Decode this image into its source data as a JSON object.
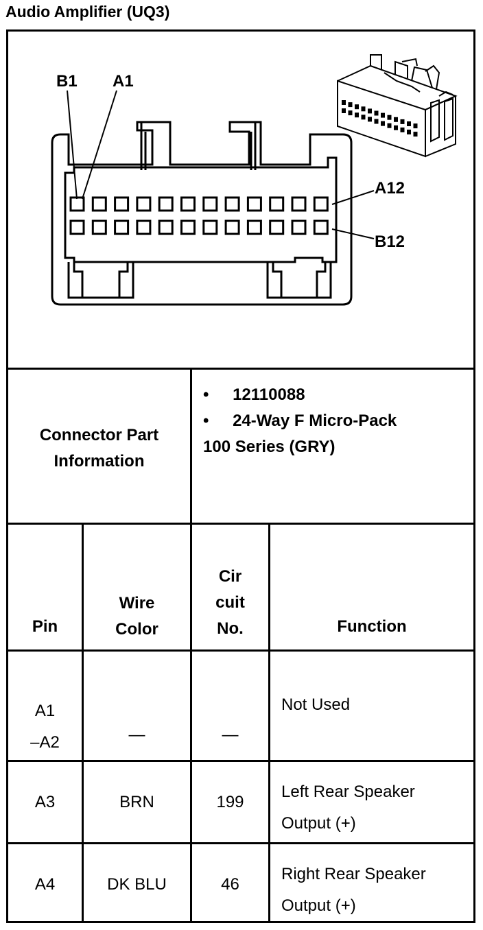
{
  "title": "Audio Amplifier (UQ3)",
  "diagram": {
    "labels": {
      "b1": "B1",
      "a1": "A1",
      "a12": "A12",
      "b12": "B12"
    }
  },
  "connector_info": {
    "label_line1": "Connector Part",
    "label_line2": "Information",
    "bullets": [
      "12110088",
      "24-Way F Micro-Pack"
    ],
    "continuation": "100 Series (GRY)"
  },
  "table": {
    "headers": {
      "pin": "Pin",
      "wire_color": [
        "Wire",
        "Color"
      ],
      "circuit": [
        "Cir",
        "cuit",
        "No."
      ],
      "function": "Function"
    },
    "rows": [
      {
        "pin": [
          "A1",
          "–A2"
        ],
        "wire_color": "—",
        "circuit": "—",
        "function": [
          "Not Used"
        ]
      },
      {
        "pin": [
          "A3"
        ],
        "wire_color": "BRN",
        "circuit": "199",
        "function": [
          "Left Rear Speaker",
          "Output (+)"
        ]
      },
      {
        "pin": [
          "A4"
        ],
        "wire_color": "DK BLU",
        "circuit": "46",
        "function": [
          "Right Rear Speaker",
          "Output (+)"
        ]
      }
    ]
  }
}
